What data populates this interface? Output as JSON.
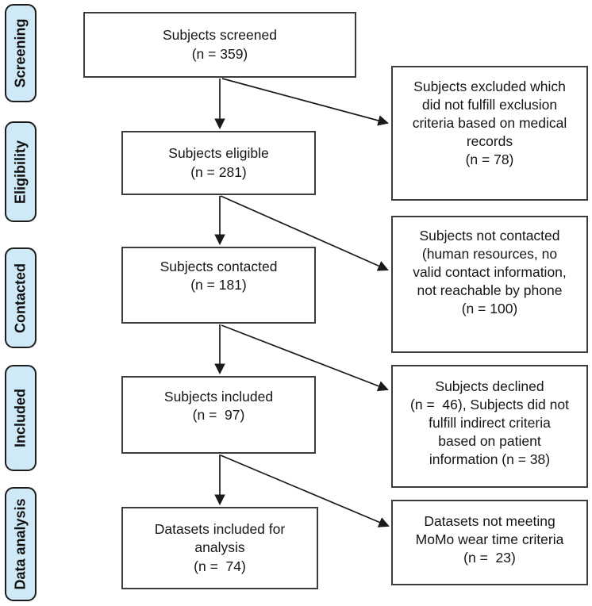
{
  "colors": {
    "background": "#ffffff",
    "stage_label_fill": "#cfe9f7",
    "stage_label_border": "#1c1c1c",
    "box_border": "#3c3c3c",
    "text": "#161616",
    "arrow": "#1a1a1a"
  },
  "sidebar": {
    "items": [
      {
        "label": "Screening"
      },
      {
        "label": "Eligibility"
      },
      {
        "label": "Contacted"
      },
      {
        "label": "Included"
      },
      {
        "label": "Data analysis"
      }
    ]
  },
  "flow": {
    "main": [
      {
        "text": "Subjects screened\n(n = 359)"
      },
      {
        "text": "Subjects eligible\n(n = 281)"
      },
      {
        "text": "Subjects contacted\n(n = 181)"
      },
      {
        "text": "Subjects included\n(n =  97)"
      },
      {
        "text": "Datasets included for\nanalysis\n(n =  74)"
      }
    ],
    "exclusions": [
      {
        "text": "Subjects excluded which\ndid not fulfill exclusion\ncriteria based on medical\nrecords\n(n = 78)"
      },
      {
        "text": "Subjects not contacted\n(human resources, no\nvalid contact information,\nnot reachable by phone\n(n = 100)"
      },
      {
        "text": "Subjects declined\n(n =  46), Subjects did not\nfulfill indirect criteria\nbased on patient\ninformation (n = 38)"
      },
      {
        "text": "Datasets not meeting\nMoMo wear time criteria\n(n =  23)"
      }
    ],
    "connections": [
      {
        "from": "Subjects screened",
        "to": "Subjects eligible"
      },
      {
        "from": "Subjects screened",
        "to": "Subjects excluded which did not fulfill exclusion criteria based on medical records"
      },
      {
        "from": "Subjects eligible",
        "to": "Subjects contacted"
      },
      {
        "from": "Subjects eligible",
        "to": "Subjects not contacted"
      },
      {
        "from": "Subjects contacted",
        "to": "Subjects included"
      },
      {
        "from": "Subjects contacted",
        "to": "Subjects declined / did not fulfill indirect criteria"
      },
      {
        "from": "Subjects included",
        "to": "Datasets included for analysis"
      },
      {
        "from": "Subjects included",
        "to": "Datasets not meeting MoMo wear time criteria"
      }
    ]
  }
}
